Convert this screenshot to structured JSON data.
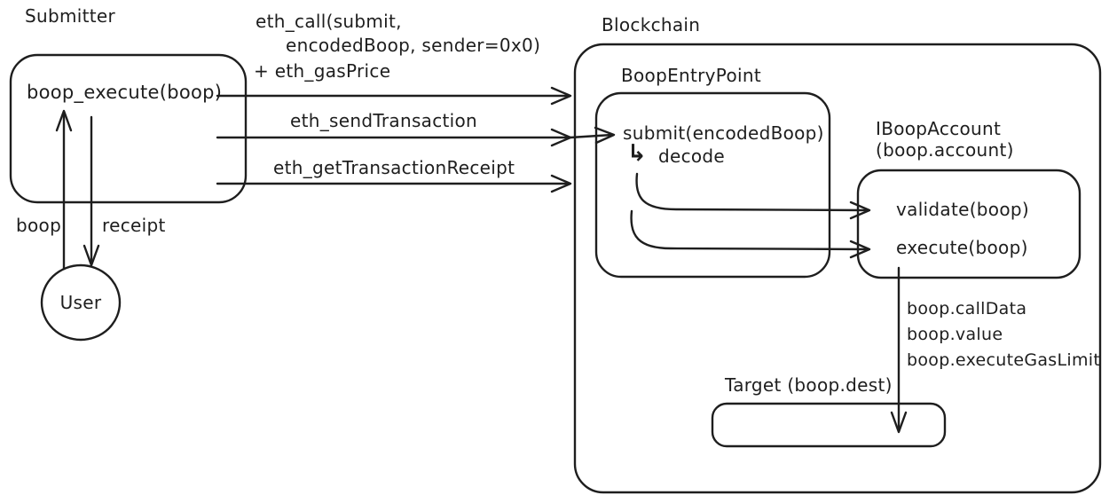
{
  "diagram": {
    "colors": {
      "stroke": "#1e1e1e",
      "background": "#ffffff"
    },
    "submitter": {
      "title": "Submitter",
      "method": "boop_execute(boop)"
    },
    "user": {
      "label": "User",
      "send_label": "boop",
      "receive_label": "receipt"
    },
    "rpc_calls": {
      "eth_call_line1": "eth_call(submit,",
      "eth_call_line2": "encodedBoop, sender=0x0)",
      "eth_call_line3": "+ eth_gasPrice",
      "send_transaction": "eth_sendTransaction",
      "get_transaction_receipt": "eth_getTransactionReceipt"
    },
    "blockchain": {
      "title": "Blockchain",
      "entrypoint": {
        "title": "BoopEntryPoint",
        "submit": "submit(encodedBoop)",
        "decode_icon_glyph": "↳",
        "decode": "decode"
      },
      "account": {
        "title_line1": "IBoopAccount",
        "title_line2": "(boop.account)",
        "validate": "validate(boop)",
        "execute": "execute(boop)"
      },
      "execute_params": [
        "boop.callData",
        "boop.value",
        "boop.executeGasLimit"
      ],
      "target": {
        "title": "Target (boop.dest)"
      }
    }
  }
}
